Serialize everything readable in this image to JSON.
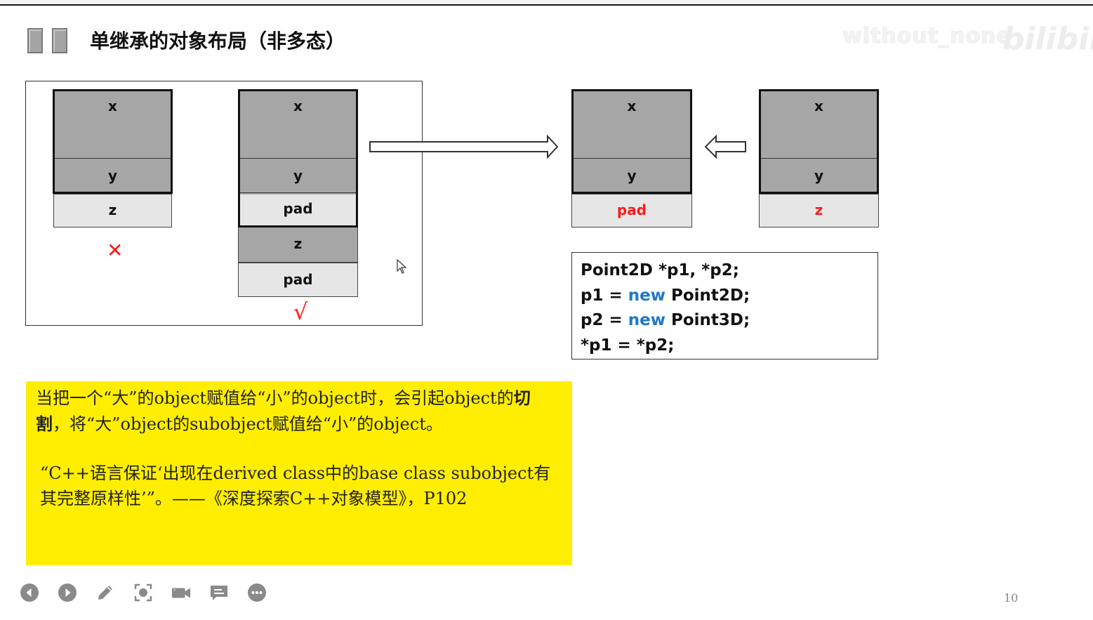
{
  "slide": {
    "title": "单继承的对象布局（非多态）",
    "watermark": "without_none",
    "watermark_logo": "bilibili",
    "page_number": "10"
  },
  "left_diagram": {
    "wrong_layout": {
      "cells": [
        {
          "label": "x",
          "style": "dark"
        },
        {
          "label": "y",
          "style": "dark"
        },
        {
          "label": "z",
          "style": "light"
        }
      ],
      "verdict": "✕"
    },
    "right_layout": {
      "cells": [
        {
          "label": "x",
          "style": "dark"
        },
        {
          "label": "y",
          "style": "dark"
        },
        {
          "label": "pad",
          "style": "light"
        },
        {
          "label": "z",
          "style": "dark"
        },
        {
          "label": "pad",
          "style": "light"
        }
      ],
      "verdict": "√"
    }
  },
  "right_diagram": {
    "target_object": {
      "cells": [
        {
          "label": "x",
          "color": "#111111"
        },
        {
          "label": "y",
          "color": "#111111"
        },
        {
          "label": "pad",
          "color": "#ff1a1a"
        }
      ]
    },
    "source_object": {
      "cells": [
        {
          "label": "x",
          "color": "#111111"
        },
        {
          "label": "y",
          "color": "#111111"
        },
        {
          "label": "z",
          "color": "#ff1a1a"
        }
      ]
    }
  },
  "code": {
    "lines": [
      {
        "pre": "Point2D *p1, *p2;",
        "kw": "",
        "post": ""
      },
      {
        "pre": "p1 = ",
        "kw": "new",
        "post": " Point2D;"
      },
      {
        "pre": "p2 = ",
        "kw": "new",
        "post": " Point3D;"
      },
      {
        "pre": "*p1 = *p2;",
        "kw": "",
        "post": ""
      }
    ],
    "keyword_color": "#1f78c8"
  },
  "note": {
    "para1_a": "当把一个“大”的object赋值给“小”的object时，会引起object的",
    "para1_bold": "切割",
    "para1_b": "，将“大”object的subobject赋值给“小”的object。",
    "para2": "“C++语言保证‘出现在derived class中的base class subobject有其完整原样性’”。——《深度探索C++对象模型》，P102",
    "background": "#ffee00"
  },
  "toolbar": {
    "buttons": [
      {
        "name": "previous-button",
        "icon": "previous-icon"
      },
      {
        "name": "next-button",
        "icon": "next-icon"
      },
      {
        "name": "pen-button",
        "icon": "pencil-icon"
      },
      {
        "name": "focus-button",
        "icon": "focus-icon"
      },
      {
        "name": "camera-button",
        "icon": "video-camera-icon"
      },
      {
        "name": "subtitle-button",
        "icon": "chat-icon"
      },
      {
        "name": "more-button",
        "icon": "more-icon"
      }
    ]
  }
}
